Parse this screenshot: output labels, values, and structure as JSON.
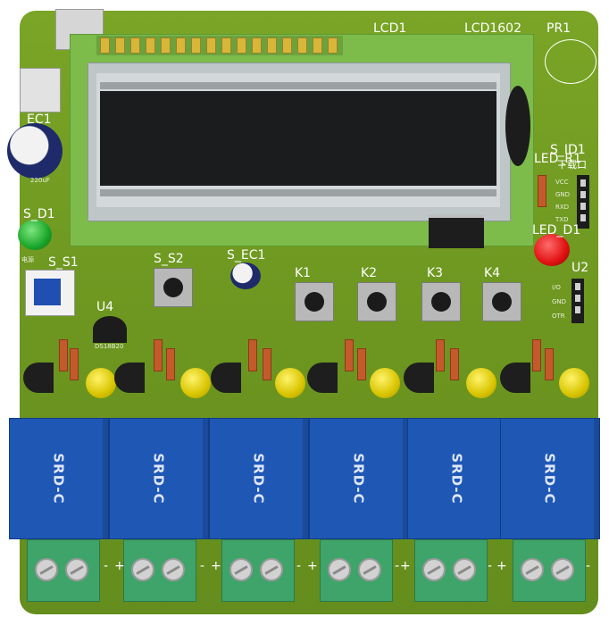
{
  "board": {
    "lcd_ref": "LCD1",
    "lcd_model": "LCD1602",
    "pr_ref": "PR1",
    "cap_ref": "EC1",
    "cap_small_ref": "S_EC1",
    "cap_value": "220uF",
    "power_led_ref": "S_D1",
    "power_switch_ref": "S_S1",
    "power_switch_note": "电源",
    "sensor_ref": "U4",
    "sensor_model": "DS18B20",
    "reset_button_ref": "S_S2",
    "keys": [
      "K1",
      "K2",
      "K3",
      "K4"
    ],
    "download_header_ref": "S_ID1",
    "download_label": "下载口",
    "download_pins": [
      "VCC",
      "GND",
      "RXD",
      "TXD"
    ],
    "led_res_ref": "LED_R1",
    "led_ref": "LED_D1",
    "u2_ref": "U2",
    "u2_pins": [
      "I/O",
      "GND",
      "OTR"
    ],
    "relay_model": "SRD-C",
    "relay_count": 6,
    "terminal_signs": [
      "-",
      "+",
      "-",
      "+",
      "-",
      "+",
      "-",
      "+",
      "-",
      "+",
      "-"
    ]
  },
  "colors": {
    "pcb": "#6f9a22",
    "relay": "#1f57b5",
    "terminal": "#3fa46a",
    "led_red": "#e01010",
    "led_green": "#1aa62a",
    "led_yellow": "#d8c400"
  }
}
